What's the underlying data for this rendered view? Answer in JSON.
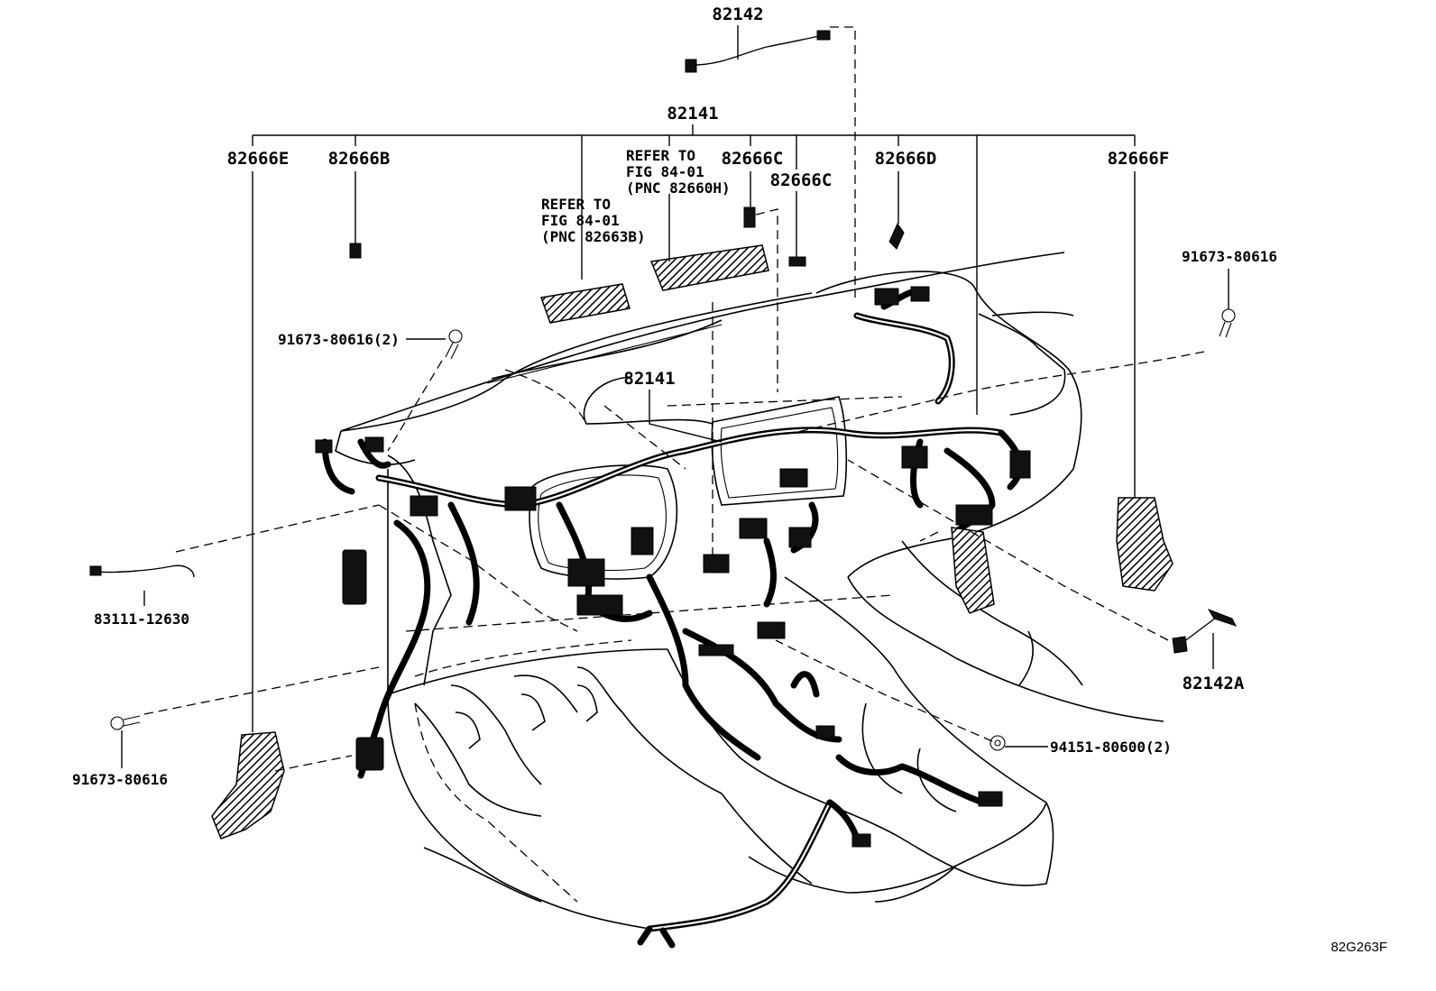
{
  "labels": {
    "p82142": "82142",
    "p82141_top": "82141",
    "p82141_mid": "82141",
    "p82666E": "82666E",
    "p82666B": "82666B",
    "p82666C_a": "82666C",
    "p82666C_b": "82666C",
    "p82666D": "82666D",
    "p82666F": "82666F",
    "p91673_80616_2": "91673-80616(2)",
    "p91673_80616_right": "91673-80616",
    "p91673_80616_left": "91673-80616",
    "p83111_12630": "83111-12630",
    "p82142A": "82142A",
    "p94151_80600_2": "94151-80600(2)"
  },
  "refer_a": {
    "line1": "REFER TO",
    "line2": "FIG 84-01",
    "line3": "(PNC 82663B)"
  },
  "refer_b": {
    "line1": "REFER TO",
    "line2": "FIG 84-01",
    "line3": "(PNC 82660H)"
  },
  "figure_code": "82G263F"
}
